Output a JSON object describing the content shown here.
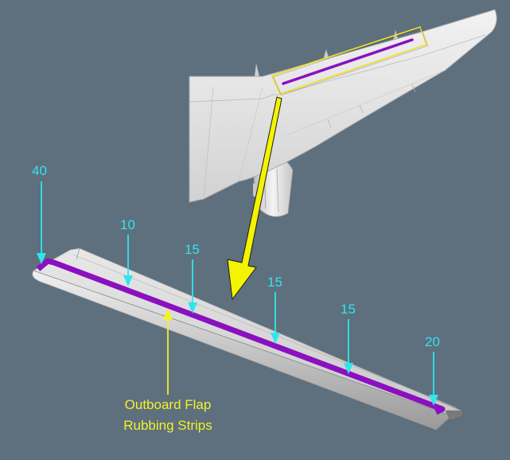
{
  "diagram": {
    "callout": {
      "line1": "Outboard Flap",
      "line2": "Rubbing Strips"
    },
    "dimensions": [
      {
        "value": "40"
      },
      {
        "value": "10"
      },
      {
        "value": "15"
      },
      {
        "value": "15"
      },
      {
        "value": "15"
      },
      {
        "value": "20"
      }
    ],
    "colors": {
      "background": "#5e6f7e",
      "strip": "#8a10c0",
      "dimension": "#2ee6ee",
      "callout": "#f2f22a",
      "highlight_box": "#f0e020",
      "wing": "#e6e6e6"
    }
  }
}
